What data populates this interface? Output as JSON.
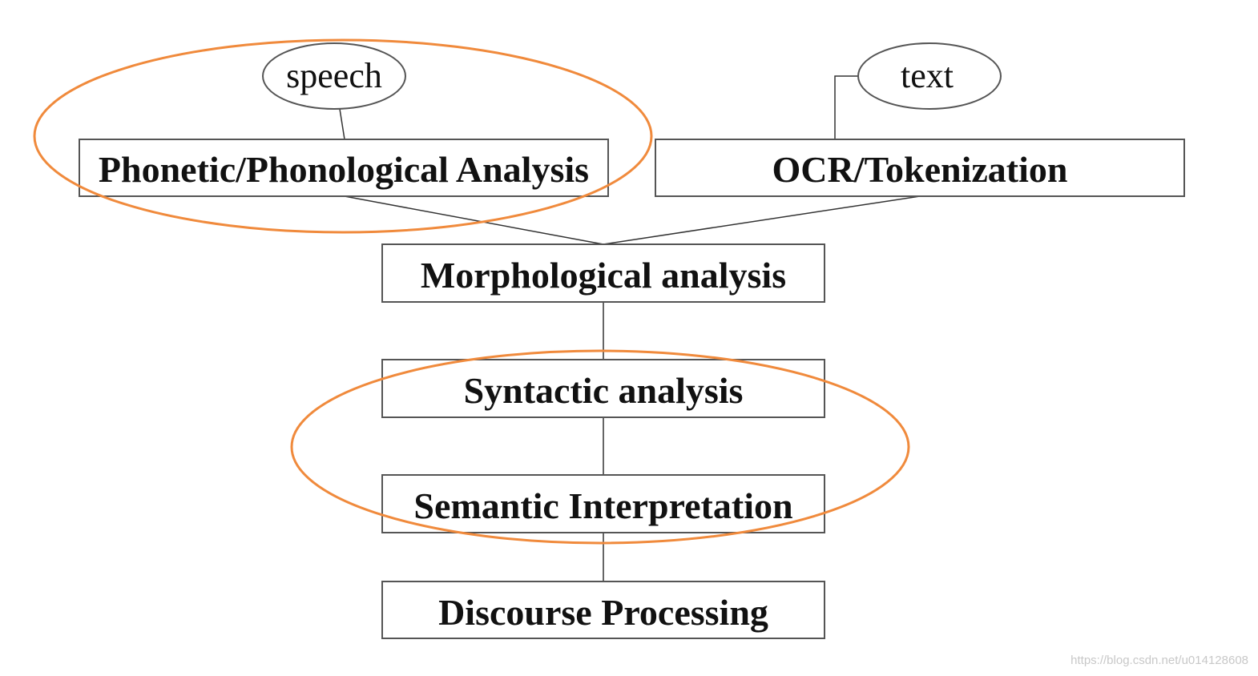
{
  "diagram": {
    "inputs": {
      "speech": "speech",
      "text": "text"
    },
    "stages": {
      "phonetic": "Phonetic/Phonological Analysis",
      "ocr": "OCR/Tokenization",
      "morphological": "Morphological analysis",
      "syntactic": "Syntactic analysis",
      "semantic": "Semantic Interpretation",
      "discourse": "Discourse Processing"
    },
    "highlight_color": "#f08a3c",
    "line_color": "#333333"
  },
  "watermark": "https://blog.csdn.net/u014128608"
}
